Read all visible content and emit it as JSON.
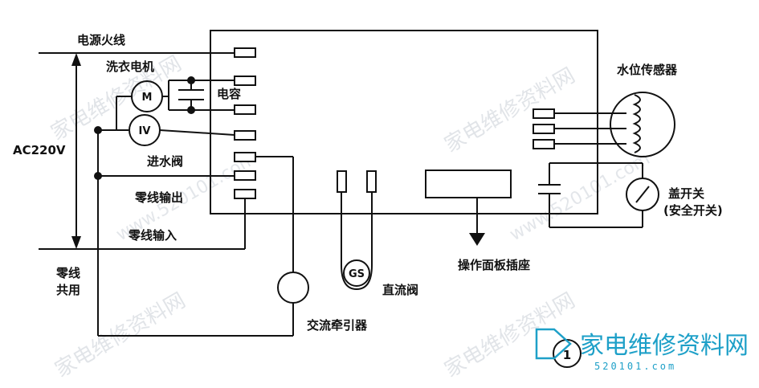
{
  "labels": {
    "live_wire": "电源火线",
    "washer_motor": "洗衣电机",
    "capacitor": "电容",
    "inlet_valve": "进水阀",
    "neutral_out": "零线输出",
    "neutral_in": "零线输入",
    "voltage": "AC220V",
    "neutral_common_1": "零线",
    "neutral_common_2": "共用",
    "traction": "交流牵引器",
    "dc_valve": "直流阀",
    "panel_socket": "操作面板插座",
    "water_sensor": "水位传感器",
    "lid_switch": "盖开关",
    "lid_switch_sub": "(安全开关)"
  },
  "symbols": {
    "motor": "M",
    "valve": "IV",
    "gs": "GS",
    "figure_number": "1"
  },
  "watermark": {
    "cn": "家电维修资料网",
    "url": "www.520101.com"
  },
  "logo": {
    "text": "家电维修资料网",
    "sub": "520101.com"
  },
  "colors": {
    "line": "#111111",
    "watermark": "#c9cfd6",
    "logo": "#1ea0c8"
  }
}
